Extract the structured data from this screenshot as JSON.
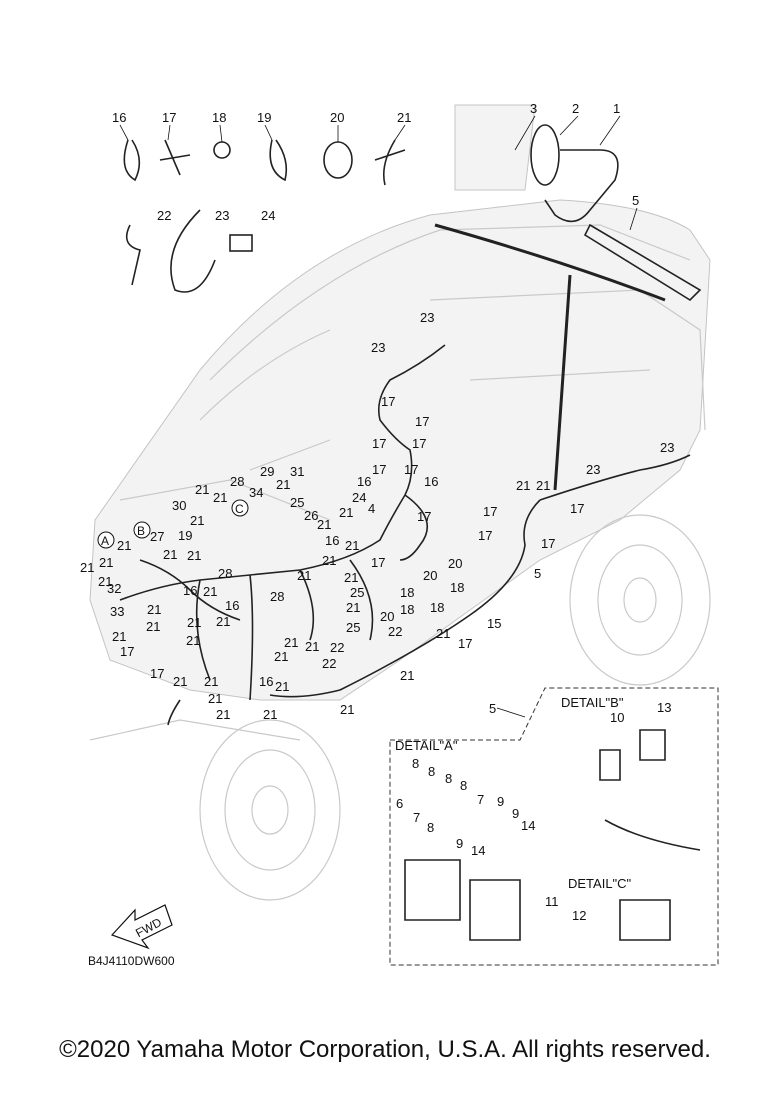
{
  "diagram": {
    "code": "B4J4110DW600",
    "fwd_label": "FWD",
    "details": {
      "a": "DETAIL\"A\"",
      "b": "DETAIL\"B\"",
      "c": "DETAIL\"C\""
    },
    "callouts": {
      "a": "A",
      "b": "B",
      "c": "C"
    },
    "part_numbers": [
      "1",
      "2",
      "3",
      "4",
      "5",
      "6",
      "7",
      "8",
      "9",
      "10",
      "11",
      "12",
      "13",
      "14",
      "15",
      "16",
      "17",
      "18",
      "19",
      "20",
      "21",
      "22",
      "23",
      "24",
      "25",
      "26",
      "27",
      "28",
      "29",
      "30",
      "31",
      "32",
      "33",
      "34"
    ]
  },
  "copyright": "©2020 Yamaha Motor Corporation, U.S.A. All rights reserved."
}
